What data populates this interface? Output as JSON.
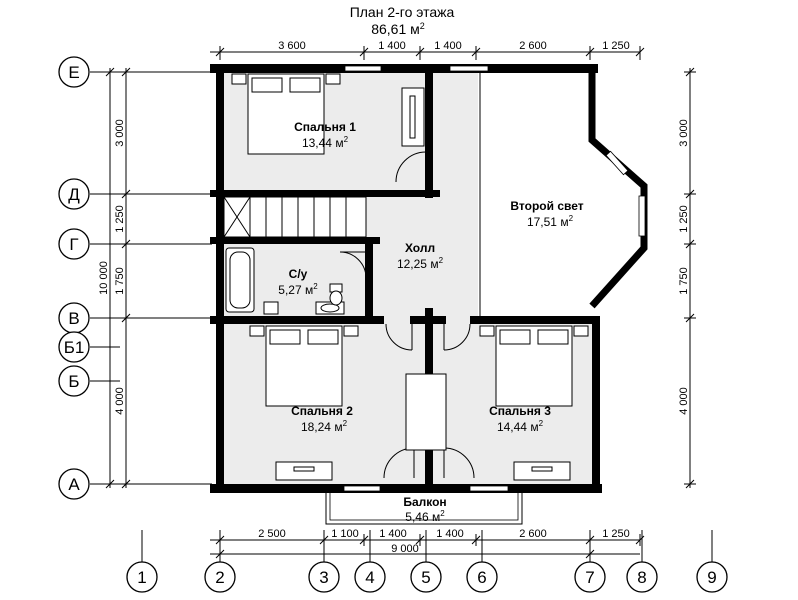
{
  "header": {
    "title": "План 2-го этажа",
    "area_value": "86,61 м",
    "area_exp": "2"
  },
  "rooms": [
    {
      "name": "Спальня 1",
      "area": "13,44 м",
      "exp": "2"
    },
    {
      "name": "Второй свет",
      "area": "17,51 м",
      "exp": "2"
    },
    {
      "name": "Холл",
      "area": "12,25 м",
      "exp": "2"
    },
    {
      "name": "С/у",
      "area": "5,27 м",
      "exp": "2"
    },
    {
      "name": "Спальня 2",
      "area": "18,24 м",
      "exp": "2"
    },
    {
      "name": "Спальня 3",
      "area": "14,44 м",
      "exp": "2"
    },
    {
      "name": "Балкон",
      "area": "5,46 м",
      "exp": "2"
    }
  ],
  "dims": {
    "top": [
      "3 600",
      "1 400",
      "1 400",
      "2 600",
      "1 250"
    ],
    "bottom": [
      "2 500",
      "1 100",
      "1 400",
      "1 400",
      "2 600",
      "1 250"
    ],
    "bottom_total": "9 000",
    "left": [
      "3 000",
      "1 250",
      "1 750",
      "4 000"
    ],
    "left_total": "10 000",
    "right": [
      "3 000",
      "1 250",
      "1 750",
      "4 000"
    ]
  },
  "axes_letters": [
    "Е",
    "Д",
    "Г",
    "В",
    "Б1",
    "Б",
    "А"
  ],
  "axes_numbers": [
    "1",
    "2",
    "3",
    "4",
    "5",
    "6",
    "7",
    "8",
    "9"
  ]
}
